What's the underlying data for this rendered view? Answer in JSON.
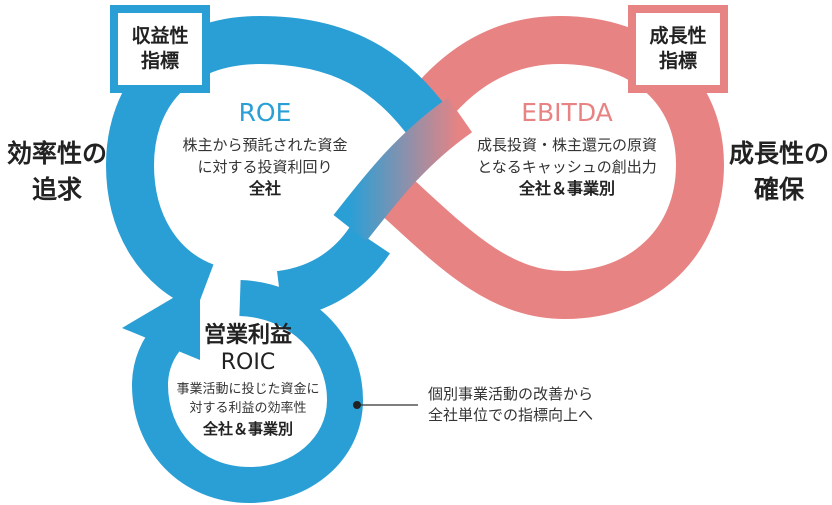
{
  "colors": {
    "blue": "#2a9fd6",
    "pink": "#e88383",
    "text": "#222222"
  },
  "left_label": [
    "効率性の",
    "追求"
  ],
  "right_label": [
    "成長性の",
    "確保"
  ],
  "left_box": [
    "収益性",
    "指標"
  ],
  "right_box": [
    "成長性",
    "指標"
  ],
  "roe": {
    "title": "ROE",
    "desc": [
      "株主から預託された資金",
      "に対する投資利回り"
    ],
    "scope": "全社"
  },
  "ebitda": {
    "title": "EBITDA",
    "desc": [
      "成長投資・株主還元の原資",
      "となるキャッシュの創出力"
    ],
    "scope": "全社＆事業別"
  },
  "roic": {
    "title_1": "営業利益",
    "title_2": "ROIC",
    "desc": [
      "事業活動に投じた資金に",
      "対する利益の効率性"
    ],
    "scope": "全社＆事業別"
  },
  "callout": [
    "個別事業活動の改善から",
    "全社単位での指標向上へ"
  ]
}
